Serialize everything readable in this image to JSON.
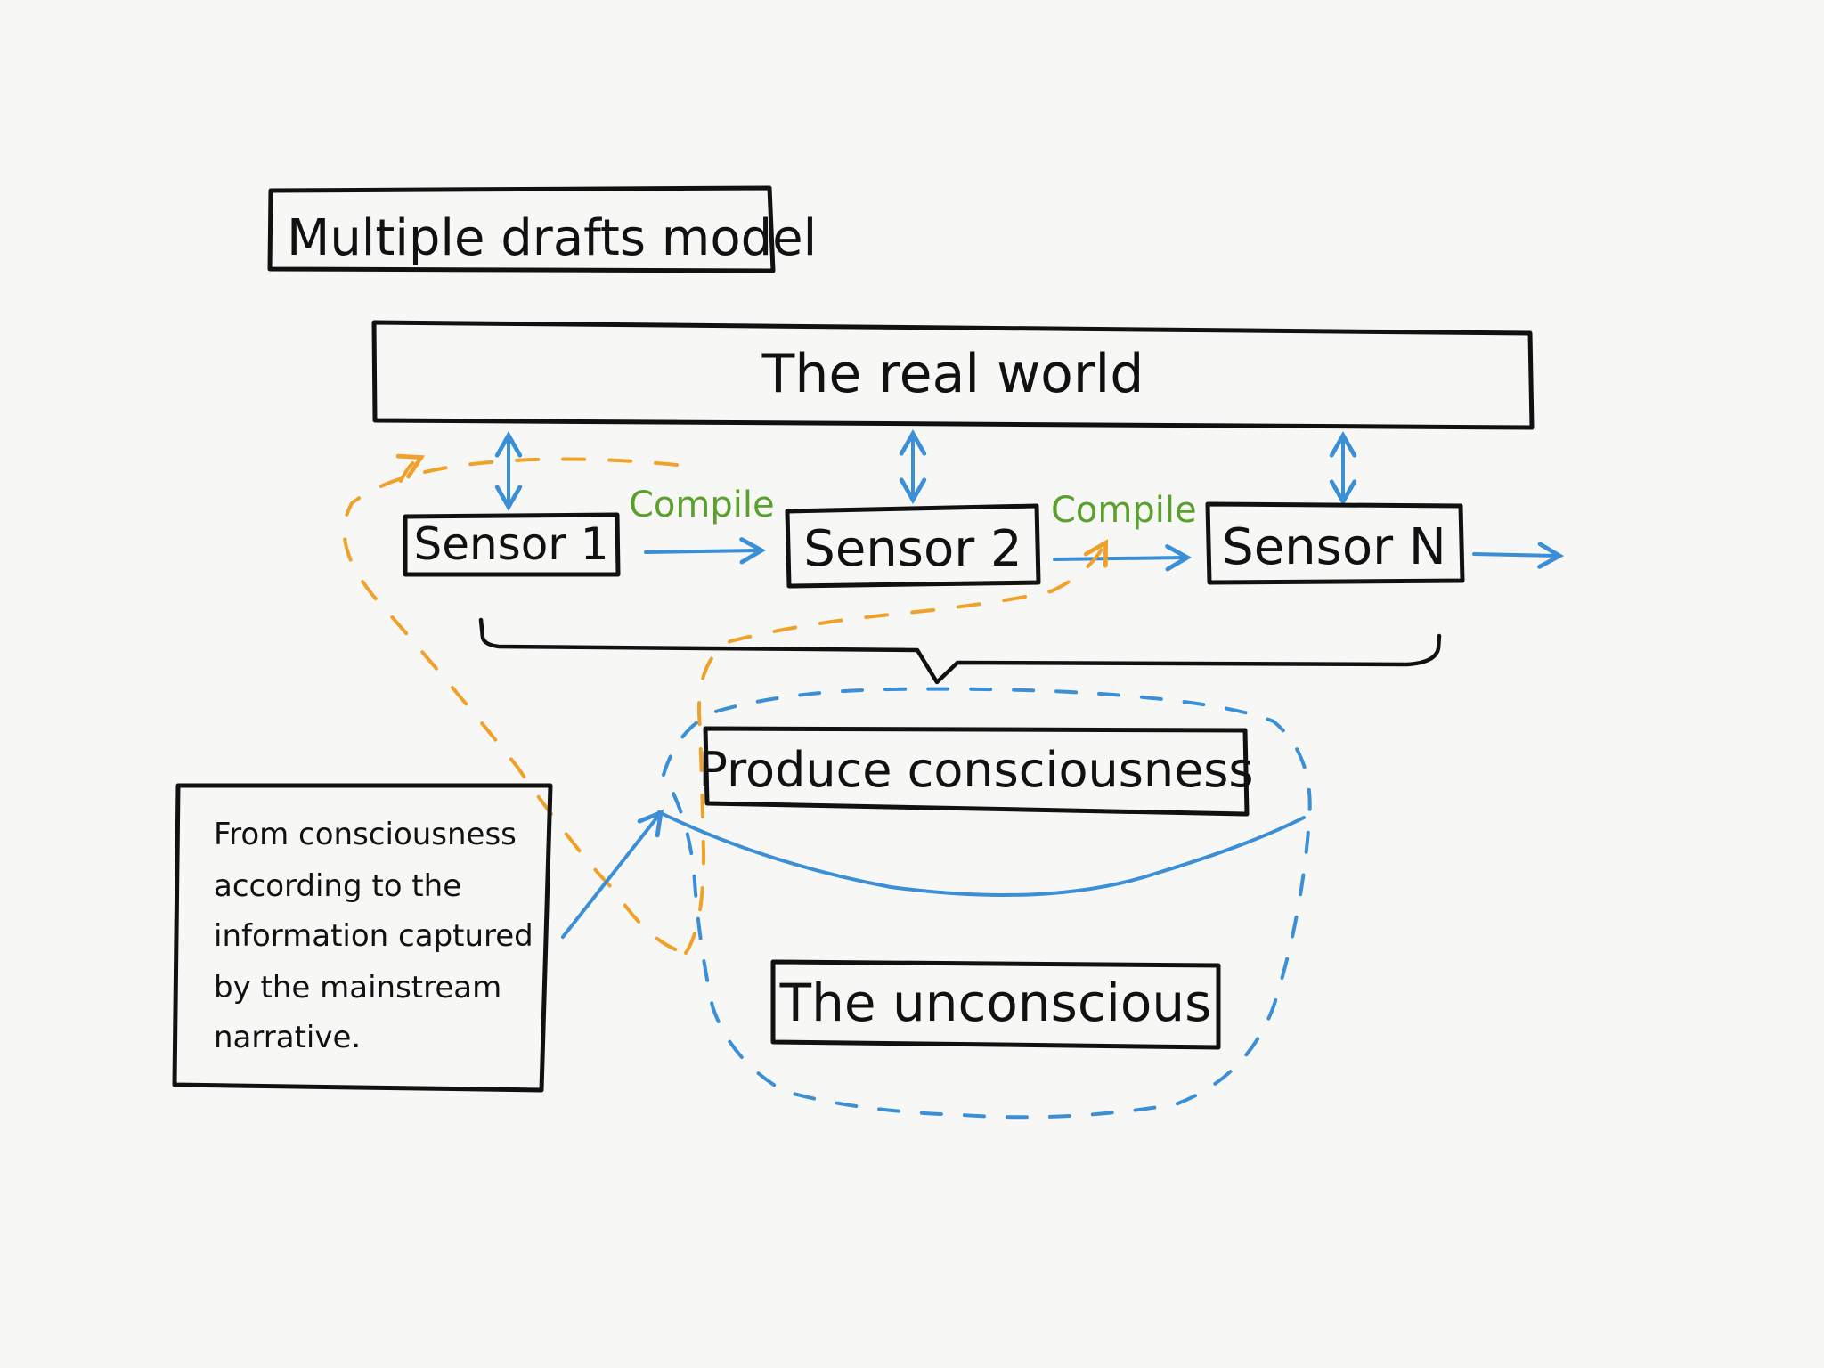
{
  "title": "Multiple drafts model",
  "real_world": "The real world",
  "sensors": [
    "Sensor 1",
    "Sensor 2",
    "Sensor N"
  ],
  "compile_labels": [
    "Compile",
    "Compile"
  ],
  "produce": "Produce consciousness",
  "unconscious": "The unconscious",
  "note_lines": [
    "From consciousness",
    "according to the",
    "information captured",
    "by the mainstream",
    "narrative."
  ],
  "colors": {
    "ink": "#111111",
    "arrow_blue": "#3a8fd6",
    "compile_green": "#5aa02c",
    "draft_orange": "#f0a12a"
  }
}
